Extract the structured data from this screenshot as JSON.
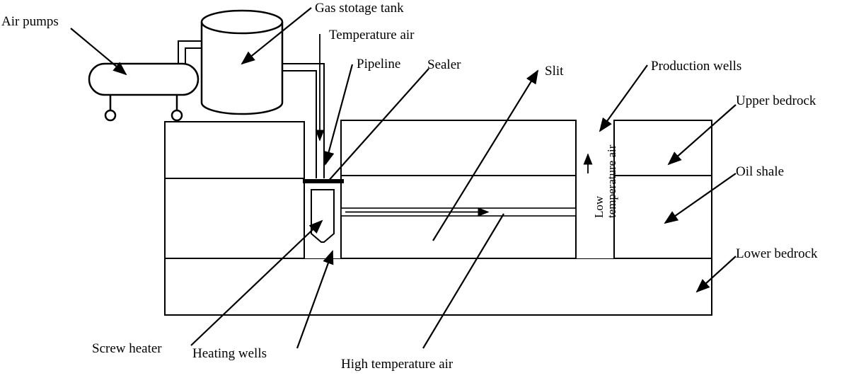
{
  "labels": {
    "air_pumps": "Air pumps",
    "gas_storage_tank": "Gas stotage tank",
    "temperature_air": "Temperature air",
    "pipeline": "Pipeline",
    "sealer": "Sealer",
    "slit": "Slit",
    "production_wells": "Production wells",
    "upper_bedrock": "Upper bedrock",
    "oil_shale": "Oil shale",
    "lower_bedrock": "Lower bedrock",
    "low_temperature_air_line1": "Low",
    "low_temperature_air_line2": "temperature air",
    "screw_heater": "Screw heater",
    "heating_wells": "Heating wells",
    "high_temperature_air": "High temperature air"
  }
}
